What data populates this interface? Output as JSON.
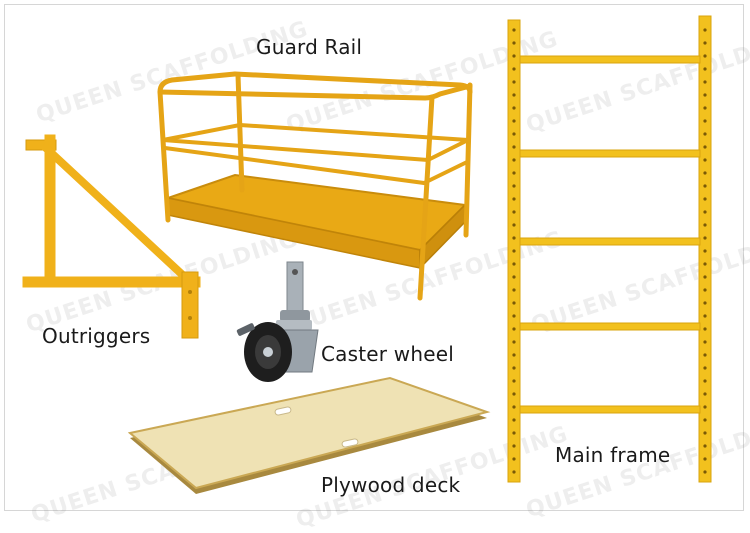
{
  "labels": {
    "guard_rail": "Guard Rail",
    "outriggers": "Outriggers",
    "caster_wheel": "Caster wheel",
    "plywood_deck": "Plywood deck",
    "main_frame": "Main frame"
  },
  "watermark": "QUEEN SCAFFOLDING",
  "colors": {
    "steel_yellow": "#f2b21a",
    "steel_orange": "#e0a012",
    "plywood": "#efe2b4",
    "caster_tire": "#1e1e1e",
    "caster_steel": "#9aa3ab"
  }
}
